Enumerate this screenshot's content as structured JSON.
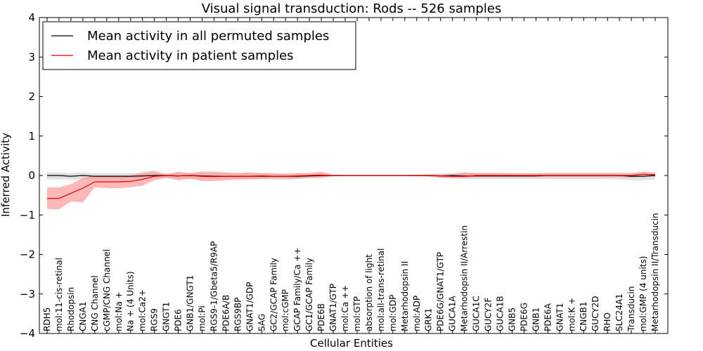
{
  "chart_data": {
    "type": "line",
    "title": "Visual signal transduction: Rods -- 526 samples",
    "xlabel": "Cellular Entities",
    "ylabel": "Inferred Activity",
    "ylim": [
      -4,
      4
    ],
    "yticks": [
      -4,
      -3,
      -2,
      -1,
      0,
      1,
      2,
      3,
      4
    ],
    "grid": false,
    "legend_position": "top-left",
    "categories": [
      "RDH5",
      "mol:11-cis-retinal",
      "Rhodopsin",
      "CNGA1",
      "CNG Channel",
      "cGMP/CNG Channel",
      "mol:Na +",
      "Na + (4 Units)",
      "mol:Ca2+",
      "RGS9",
      "GNGT1",
      "PDE6",
      "GNB1/GNGT1",
      "mol:Pi",
      "RGS9-1/Gbeta5/R9AP",
      "PDE6A/B",
      "RGS9BP",
      "GNAT1/GDP",
      "SAG",
      "GC2/GCAP Family",
      "mol:cGMP",
      "GCAP Family/Ca ++",
      "GC1/GCAP Family",
      "PDE6B",
      "GNAT1/GTP",
      "mol:Ca ++",
      "mol:GTP",
      "absorption of light",
      "mol:all-trans-retinal",
      "mol:GDP",
      "Metarhodopsin II",
      "mol:ADP",
      "GRK1",
      "PDE6G/GNAT1/GTP",
      "GUCA1A",
      "Metarhodopsin II/Arrestin",
      "GUCA1C",
      "GUCY2F",
      "GUCA1B",
      "GNB5",
      "PDE6G",
      "GNB1",
      "PDE6A",
      "GNAT1",
      "mol:K +",
      "CNGB1",
      "GUCY2D",
      "RHO",
      "SLC24A1",
      "Transducin",
      "mol:GMP (4 units)",
      "Metarhodopsin II/Transducin"
    ],
    "series": [
      {
        "name": "Mean activity in all permuted samples",
        "color": "#000000",
        "band_color": "#bbbbbb",
        "values": [
          0,
          0,
          -0.02,
          0,
          -0.02,
          -0.02,
          -0.02,
          -0.02,
          -0.01,
          0,
          0,
          -0.01,
          0,
          -0.01,
          -0.02,
          -0.02,
          -0.02,
          -0.02,
          -0.02,
          -0.02,
          -0.02,
          -0.02,
          -0.01,
          0,
          0,
          0,
          0,
          0,
          0,
          0,
          0,
          0,
          0,
          -0.01,
          0,
          -0.01,
          -0.01,
          -0.01,
          -0.01,
          -0.01,
          -0.01,
          -0.01,
          0,
          0,
          0,
          0,
          0,
          0,
          0,
          -0.02,
          -0.02,
          0
        ],
        "lower": [
          -0.1,
          -0.1,
          -0.1,
          -0.1,
          -0.1,
          -0.1,
          -0.1,
          -0.1,
          -0.08,
          -0.06,
          -0.06,
          -0.07,
          -0.08,
          -0.08,
          -0.08,
          -0.08,
          -0.09,
          -0.1,
          -0.1,
          -0.1,
          -0.1,
          -0.09,
          -0.06,
          -0.03,
          -0.02,
          -0.01,
          -0.01,
          -0.01,
          -0.01,
          -0.01,
          -0.01,
          -0.02,
          -0.03,
          -0.07,
          -0.08,
          -0.09,
          -0.09,
          -0.09,
          -0.09,
          -0.09,
          -0.09,
          -0.09,
          -0.09,
          -0.09,
          -0.09,
          -0.09,
          -0.09,
          -0.09,
          -0.1,
          -0.12,
          -0.12,
          -0.1
        ],
        "upper": [
          0.08,
          0.08,
          0.06,
          0.08,
          0.06,
          0.06,
          0.06,
          0.06,
          0.06,
          0.06,
          0.06,
          0.05,
          0.06,
          0.06,
          0.05,
          0.05,
          0.05,
          0.05,
          0.05,
          0.05,
          0.05,
          0.05,
          0.04,
          0.03,
          0.02,
          0.01,
          0.01,
          0.01,
          0.01,
          0.01,
          0.01,
          0.02,
          0.03,
          0.05,
          0.06,
          0.07,
          0.07,
          0.07,
          0.07,
          0.07,
          0.07,
          0.07,
          0.08,
          0.08,
          0.08,
          0.08,
          0.08,
          0.08,
          0.08,
          0.08,
          0.08,
          0.08
        ]
      },
      {
        "name": "Mean activity in patient samples",
        "color": "#dd0000",
        "band_color": "#ff8888",
        "values": [
          -0.58,
          -0.58,
          -0.45,
          -0.32,
          -0.16,
          -0.16,
          -0.16,
          -0.15,
          -0.1,
          -0.02,
          0,
          -0.01,
          0,
          -0.02,
          -0.03,
          -0.02,
          -0.02,
          -0.02,
          -0.01,
          -0.02,
          -0.02,
          -0.01,
          0,
          0.01,
          0,
          0,
          0,
          0,
          0,
          0,
          0,
          0,
          0,
          -0.01,
          -0.02,
          -0.02,
          0,
          0,
          0,
          0,
          0,
          0,
          0,
          0,
          0,
          0,
          0,
          0,
          0,
          0,
          0.03,
          0.02
        ],
        "lower": [
          -0.85,
          -0.86,
          -0.66,
          -0.68,
          -0.3,
          -0.32,
          -0.32,
          -0.3,
          -0.26,
          -0.12,
          -0.06,
          -0.12,
          -0.08,
          -0.14,
          -0.14,
          -0.12,
          -0.1,
          -0.1,
          -0.08,
          -0.08,
          -0.08,
          -0.08,
          -0.06,
          -0.06,
          -0.02,
          -0.01,
          -0.01,
          -0.01,
          -0.01,
          -0.01,
          -0.01,
          -0.02,
          -0.02,
          -0.05,
          -0.06,
          -0.06,
          -0.05,
          -0.04,
          -0.04,
          -0.04,
          -0.04,
          -0.04,
          -0.04,
          -0.04,
          -0.04,
          -0.04,
          -0.04,
          -0.04,
          -0.04,
          -0.05,
          -0.02,
          -0.02
        ],
        "upper": [
          -0.3,
          -0.3,
          -0.22,
          -0.06,
          0.0,
          0.0,
          0.0,
          0.0,
          0.08,
          0.12,
          0.02,
          0.1,
          0.06,
          0.1,
          0.1,
          0.08,
          0.06,
          0.08,
          0.06,
          0.06,
          0.04,
          0.06,
          0.06,
          0.1,
          0.02,
          0.01,
          0.01,
          0.01,
          0.01,
          0.01,
          0.01,
          0.02,
          0.02,
          0.03,
          0.03,
          0.08,
          0.06,
          0.06,
          0.06,
          0.05,
          0.05,
          0.05,
          0.05,
          0.05,
          0.05,
          0.05,
          0.05,
          0.05,
          0.05,
          0.05,
          0.1,
          0.06
        ]
      }
    ]
  }
}
